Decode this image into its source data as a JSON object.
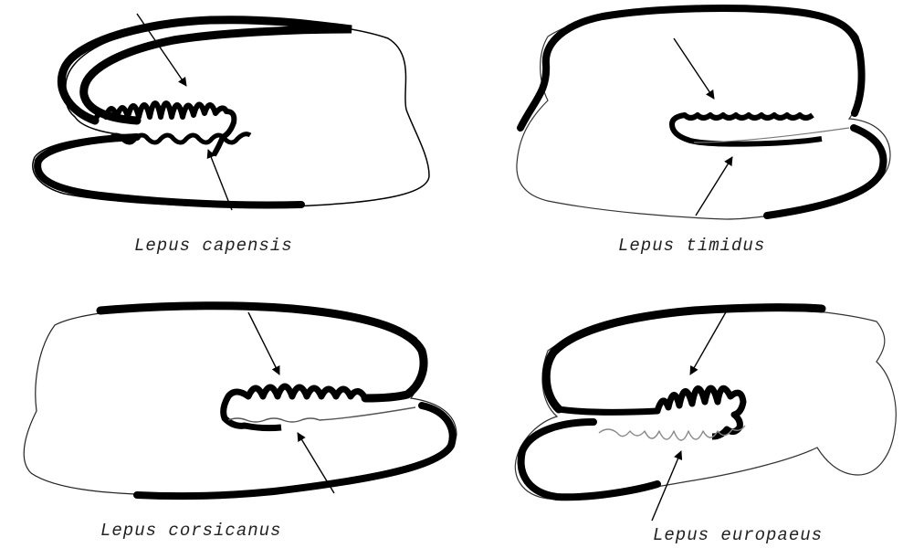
{
  "figure": {
    "panels": [
      {
        "species": "Lepus capensis"
      },
      {
        "species": "Lepus timidus"
      },
      {
        "species": "Lepus corsicanus"
      },
      {
        "species": "Lepus europaeus"
      }
    ]
  },
  "colors": {
    "ink": "#000000",
    "background": "#ffffff",
    "thin_line": "#666666"
  }
}
